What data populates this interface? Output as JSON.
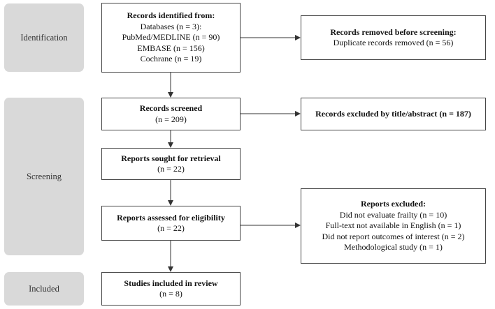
{
  "phases": {
    "identification": "Identification",
    "screening": "Screening",
    "included": "Included"
  },
  "boxes": {
    "identified": {
      "title": "Records identified from:",
      "lines": [
        "Databases (n = 3):",
        "PubMed/MEDLINE (n = 90)",
        "EMBASE (n = 156)",
        "Cochrane (n = 19)"
      ]
    },
    "removed": {
      "title": "Records removed before screening:",
      "lines": [
        "Duplicate records removed (n = 56)"
      ]
    },
    "screened": {
      "title": "Records screened",
      "lines": [
        "(n = 209)"
      ]
    },
    "excluded_title": {
      "title": "Records excluded by title/abstract (n = 187)"
    },
    "sought": {
      "title": "Reports sought for retrieval",
      "lines": [
        "(n = 22)"
      ]
    },
    "assessed": {
      "title": "Reports assessed for eligibility",
      "lines": [
        "(n = 22)"
      ]
    },
    "reports_excluded": {
      "title": "Reports excluded:",
      "lines": [
        "Did not evaluate frailty (n = 10)",
        "Full-text not available in English (n = 1)",
        "Did not report outcomes of interest (n = 2)",
        "Methodological study (n = 1)"
      ]
    },
    "included": {
      "title": "Studies included in review",
      "lines": [
        "(n = 8)"
      ]
    }
  },
  "colors": {
    "phase_bg": "#d9d9d9",
    "border": "#444444",
    "arrow": "#333333"
  }
}
